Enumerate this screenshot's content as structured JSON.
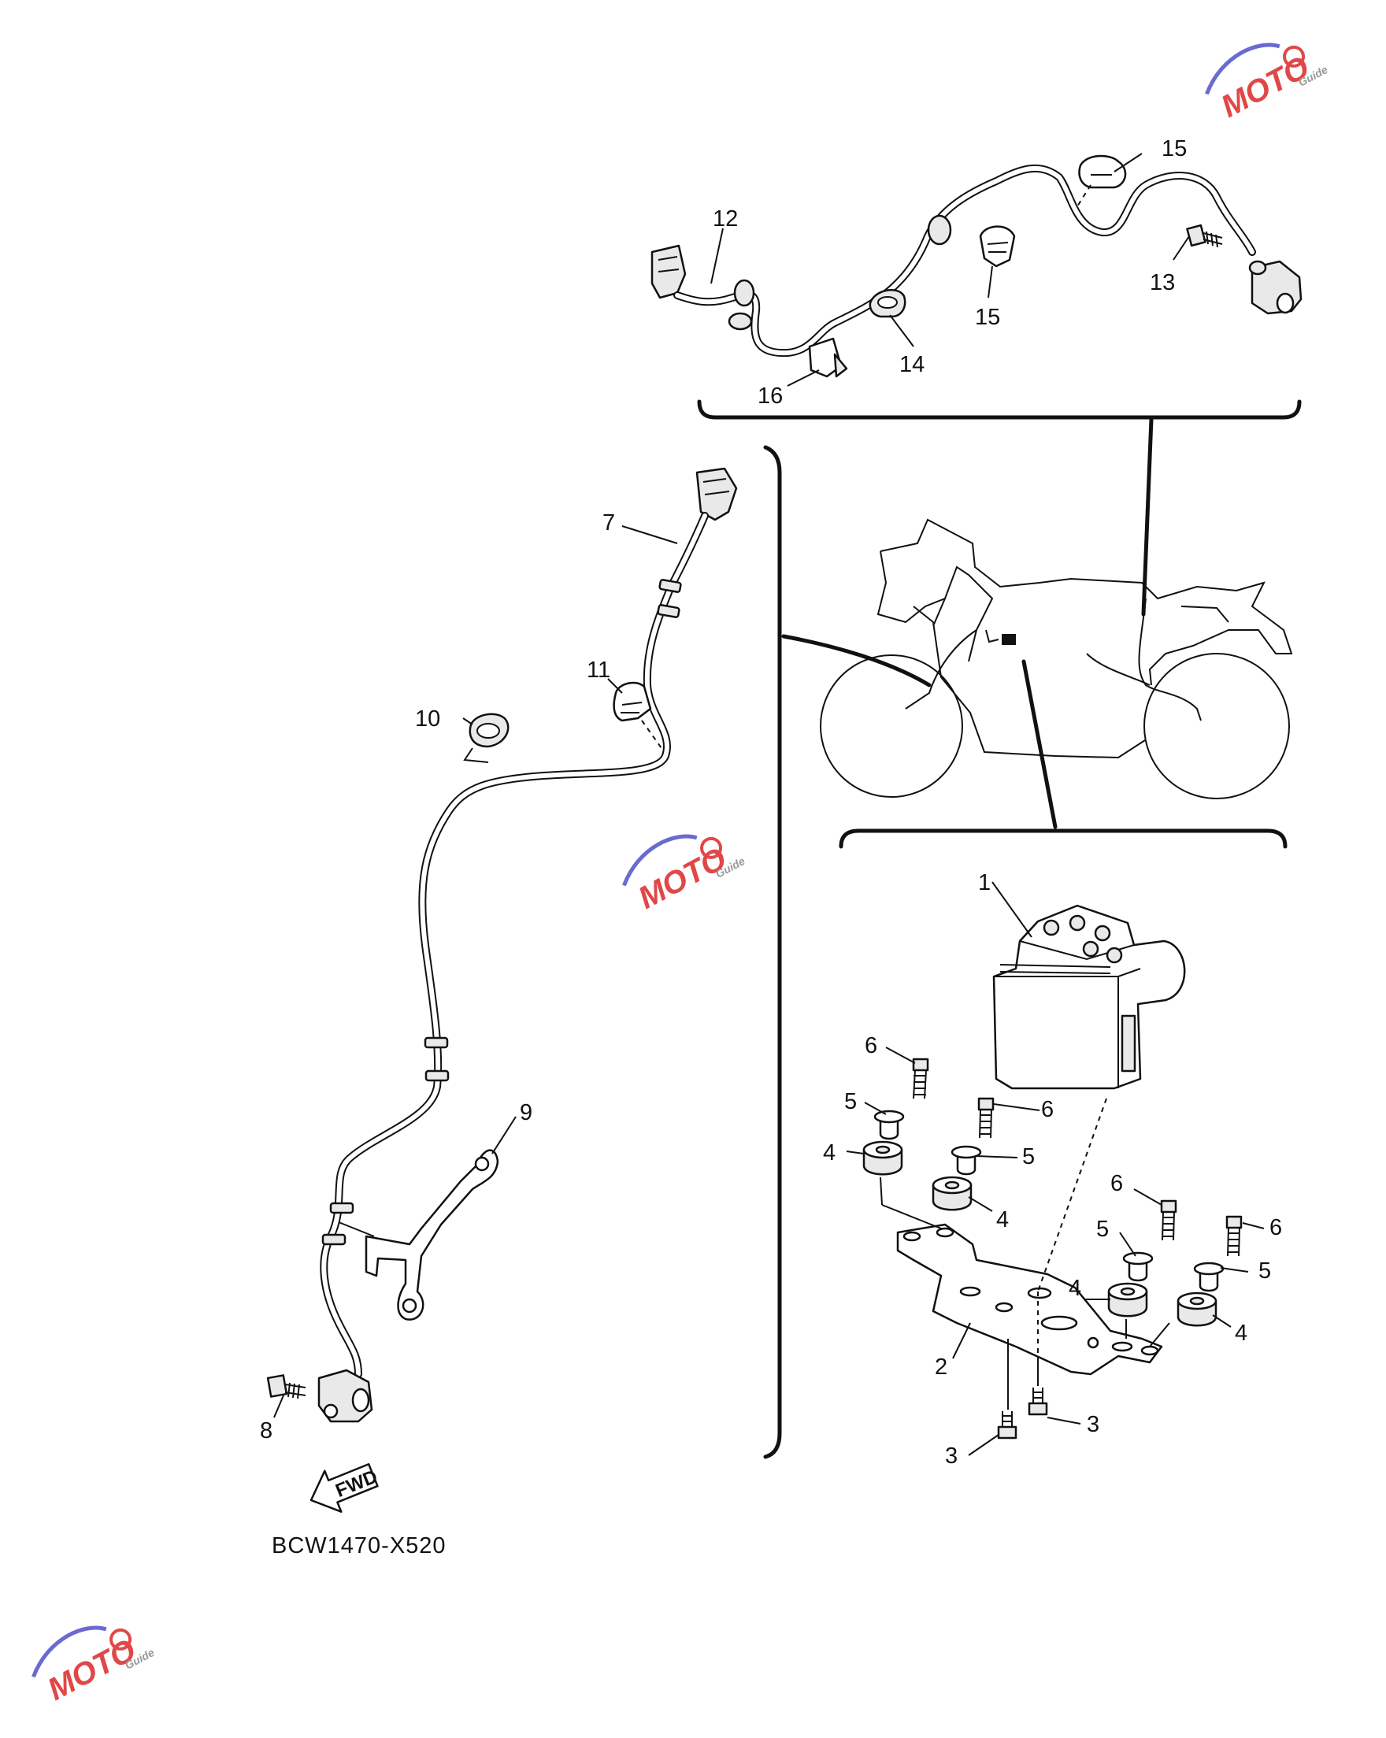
{
  "diagram": {
    "code": "BCW1470-X520",
    "fwd_label": "FWD",
    "watermark": {
      "text": "MOTO",
      "sub": "Guide",
      "color": "#e04848",
      "color2": "#6a6ad0"
    },
    "callouts": [
      {
        "id": "c1",
        "label": "1"
      },
      {
        "id": "c2",
        "label": "2"
      },
      {
        "id": "c3a",
        "label": "3"
      },
      {
        "id": "c3b",
        "label": "3"
      },
      {
        "id": "c4a",
        "label": "4"
      },
      {
        "id": "c4b",
        "label": "4"
      },
      {
        "id": "c4c",
        "label": "4"
      },
      {
        "id": "c4d",
        "label": "4"
      },
      {
        "id": "c5a",
        "label": "5"
      },
      {
        "id": "c5b",
        "label": "5"
      },
      {
        "id": "c5c",
        "label": "5"
      },
      {
        "id": "c5d",
        "label": "5"
      },
      {
        "id": "c6a",
        "label": "6"
      },
      {
        "id": "c6b",
        "label": "6"
      },
      {
        "id": "c6c",
        "label": "6"
      },
      {
        "id": "c6d",
        "label": "6"
      },
      {
        "id": "c7",
        "label": "7"
      },
      {
        "id": "c8",
        "label": "8"
      },
      {
        "id": "c9",
        "label": "9"
      },
      {
        "id": "c10",
        "label": "10"
      },
      {
        "id": "c11",
        "label": "11"
      },
      {
        "id": "c12",
        "label": "12"
      },
      {
        "id": "c13",
        "label": "13"
      },
      {
        "id": "c14",
        "label": "14"
      },
      {
        "id": "c15a",
        "label": "15"
      },
      {
        "id": "c15b",
        "label": "15"
      },
      {
        "id": "c16",
        "label": "16"
      }
    ]
  }
}
